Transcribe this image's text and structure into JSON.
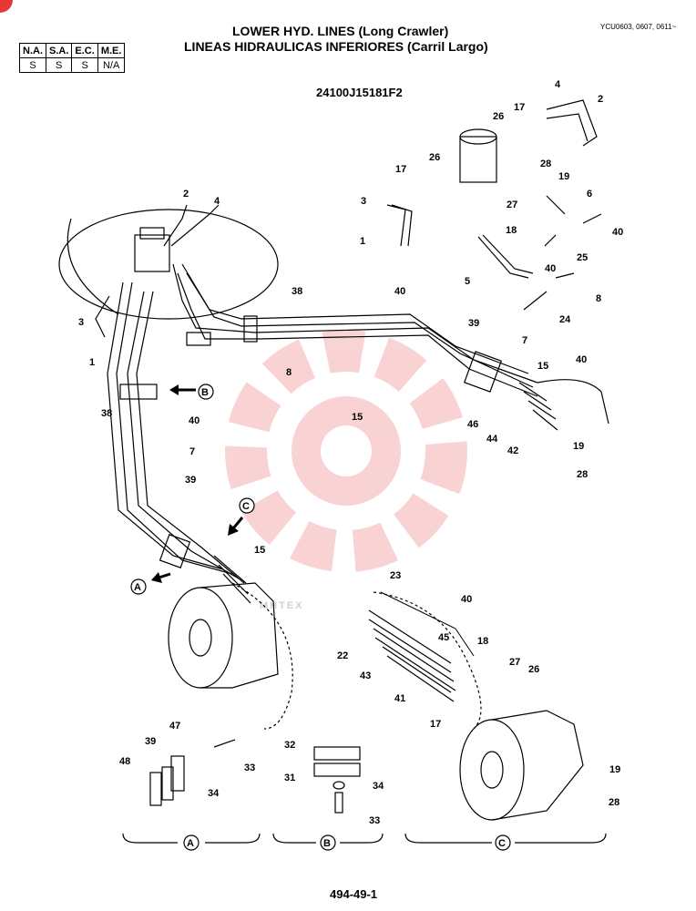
{
  "header": {
    "title_en": "LOWER HYD. LINES (Long Crawler)",
    "title_es": "LINEAS HIDRAULICAS INFERIORES (Carril Largo)",
    "serial_ref": "YCU0603, 0607, 0611~",
    "drawing_code": "24100J15181F2"
  },
  "availability": {
    "headers": [
      "N.A.",
      "S.A.",
      "E.C.",
      "M.E."
    ],
    "values": [
      "S",
      "S",
      "S",
      "N/A"
    ]
  },
  "detail_views": {
    "A": "A",
    "B": "B",
    "C": "C"
  },
  "watermark": "МНТЕХ",
  "page_number": "494-49-1",
  "callouts": {
    "c1": "1",
    "c2": "2",
    "c3": "3",
    "c4": "4",
    "c5": "5",
    "c6": "6",
    "c7": "7",
    "c8": "8",
    "c15": "15",
    "c17": "17",
    "c18": "18",
    "c19": "19",
    "c22": "22",
    "c23": "23",
    "c24": "24",
    "c25": "25",
    "c26": "26",
    "c27": "27",
    "c28": "28",
    "c31": "31",
    "c32": "32",
    "c33": "33",
    "c34": "34",
    "c38": "38",
    "c39": "39",
    "c40": "40",
    "c41": "41",
    "c42": "42",
    "c43": "43",
    "c44": "44",
    "c45": "45",
    "c46": "46",
    "c47": "47",
    "c48": "48"
  },
  "colors": {
    "line": "#000000",
    "watermark_gear": "#f2a0a0",
    "watermark_text": "#cfcfcf"
  }
}
